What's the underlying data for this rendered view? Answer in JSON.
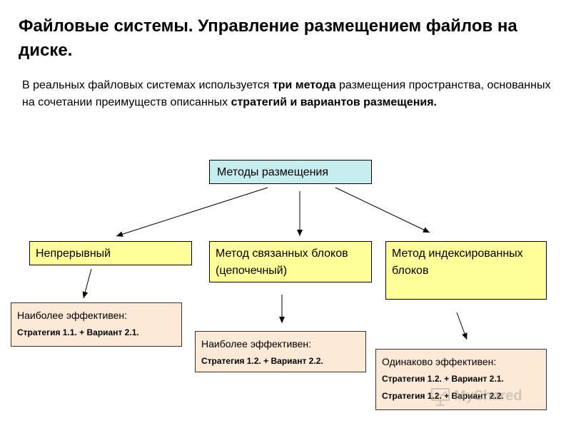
{
  "title": "Файловые системы. Управление размещением файлов на диске.",
  "intro": {
    "part1": "В реальных файловых системах используется ",
    "bold1": "три метода",
    "part2": " размещения пространства, основанных на сочетании преимуществ описанных ",
    "bold2": "стратегий и вариантов размещения."
  },
  "diagram": {
    "root": "Методы размещения",
    "methods": [
      "Непрерывный",
      "Метод связанных блоков (цепочечный)",
      "Метод индексированных блоков"
    ],
    "efficiency": [
      {
        "heading": "Наиболее эффективен:",
        "lines": [
          "Стратегия 1.1. + Вариант 2.1."
        ]
      },
      {
        "heading": "Наиболее эффективен:",
        "lines": [
          "Стратегия 1.2. + Вариант 2.2."
        ]
      },
      {
        "heading": "Одинаково эффективен:",
        "lines": [
          "Стратегия 1.2. + Вариант 2.1.",
          "Стратегия 1.2. + Вариант 2.2."
        ]
      }
    ]
  },
  "colors": {
    "root_fill": "#c6ecee",
    "method_fill": "#ffff99",
    "efficiency_fill": "#fde9d6"
  },
  "watermark": {
    "text": "MyShared",
    "icon": "presentation-icon"
  }
}
